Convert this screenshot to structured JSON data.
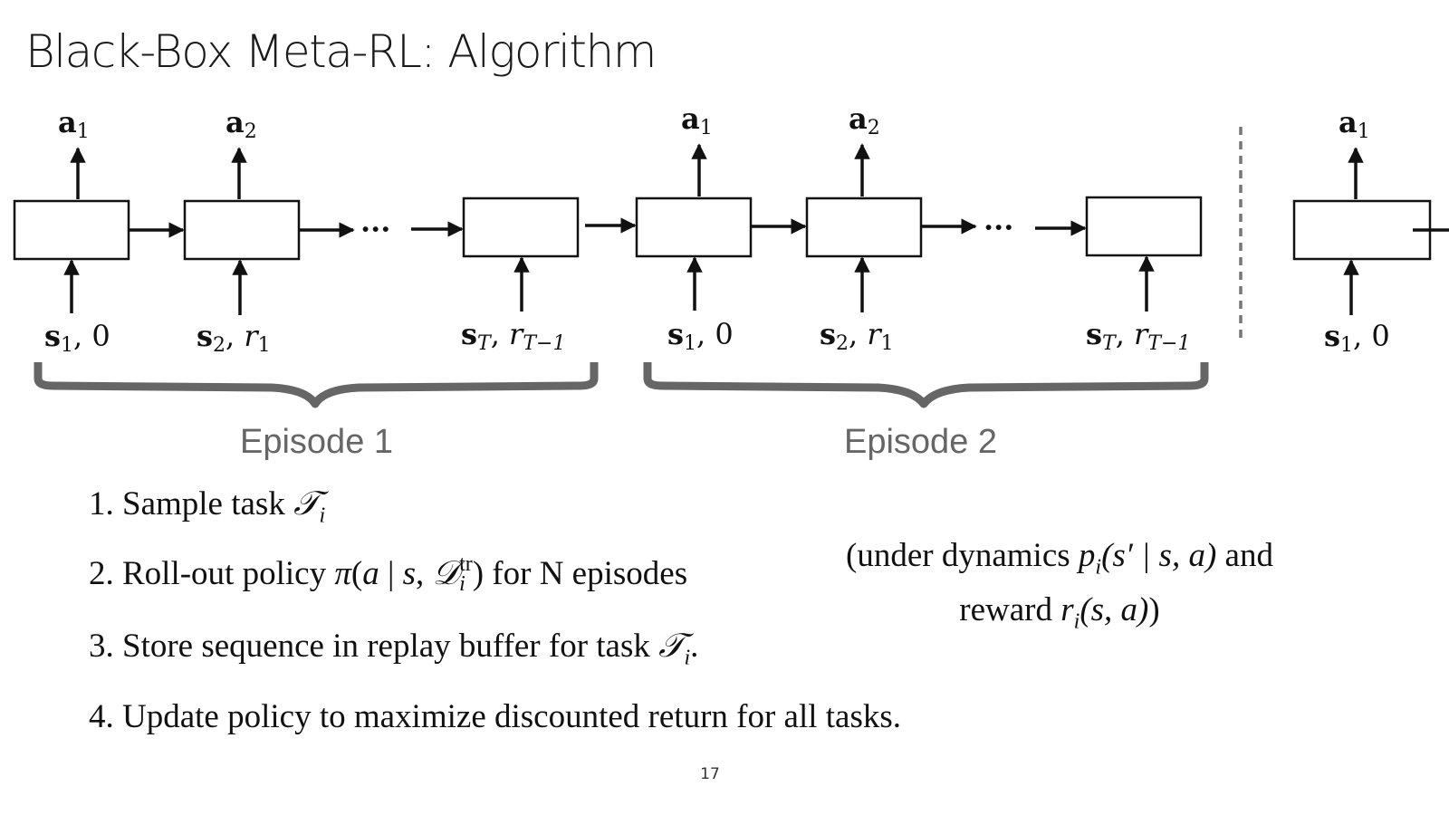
{
  "slide": {
    "title": "Black-Box Meta-RL: Algorithm",
    "page_number": "17"
  },
  "diagram": {
    "ellipsis": "···",
    "episode_labels": [
      "Episode 1",
      "Episode 2"
    ],
    "cells": [
      {
        "action": "a",
        "action_sub": "1",
        "state": "s",
        "state_sub": "1",
        "sep": ", ",
        "reward": "0",
        "reward_sub": ""
      },
      {
        "action": "a",
        "action_sub": "2",
        "state": "s",
        "state_sub": "2",
        "sep": ", ",
        "reward": "r",
        "reward_sub": "1"
      },
      {
        "action": "",
        "action_sub": "",
        "state": "s",
        "state_sub": "T",
        "sep": ", ",
        "reward": "r",
        "reward_sub": "T−1"
      },
      {
        "action": "a",
        "action_sub": "1",
        "state": "s",
        "state_sub": "1",
        "sep": ", ",
        "reward": "0",
        "reward_sub": ""
      },
      {
        "action": "a",
        "action_sub": "2",
        "state": "s",
        "state_sub": "2",
        "sep": ", ",
        "reward": "r",
        "reward_sub": "1"
      },
      {
        "action": "",
        "action_sub": "",
        "state": "s",
        "state_sub": "T",
        "sep": ", ",
        "reward": "r",
        "reward_sub": "T−1"
      },
      {
        "action": "a",
        "action_sub": "1",
        "state": "s",
        "state_sub": "1",
        "sep": ", ",
        "reward": "0",
        "reward_sub": ""
      }
    ]
  },
  "steps": [
    {
      "pre": "1. Sample task ",
      "sym": "𝒯",
      "sub": "i",
      "post": ""
    },
    {
      "pre": "2. Roll-out policy ",
      "pi": "π",
      "arg_open": "(",
      "arg_a": "a",
      "arg_bar": " | ",
      "arg_s": "s",
      "arg_comma": ", ",
      "sym": "𝒟",
      "sub": "i",
      "sup": "tr",
      "post": ") for N episodes"
    },
    {
      "pre": "3. Store sequence in replay buffer for task ",
      "sym": "𝒯",
      "sub": "i",
      "post": "."
    },
    {
      "pre": "4. Update policy to maximize discounted return for all tasks.",
      "sym": "",
      "sub": "",
      "post": ""
    }
  ],
  "note": {
    "line1_pre": "(under dynamics ",
    "p": "p",
    "p_sub": "i",
    "p_args": "(s′ | s, a)",
    "line1_post": " and",
    "line2_pre": "reward ",
    "r": "r",
    "r_sub": "i",
    "r_args": "(s, a)",
    "line2_post": ")"
  },
  "colors": {
    "loop_arrow": "#1f6fad",
    "boxes": "#111111",
    "brace": "#666666",
    "divider": "#777777"
  }
}
